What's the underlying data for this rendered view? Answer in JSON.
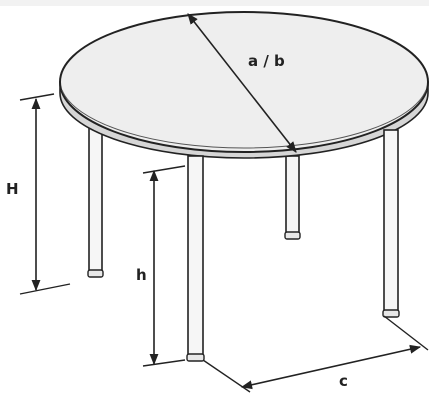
{
  "diagram": {
    "labels": {
      "diameter": "a / b",
      "table_height": "H",
      "leg_height": "h",
      "leg_spacing": "c"
    },
    "colors": {
      "line": "#222222",
      "top_fill": "#eeeeee",
      "top_edge": "#d6d6d6",
      "leg_fill": "#f6f6f6",
      "background": "#ffffff"
    }
  }
}
